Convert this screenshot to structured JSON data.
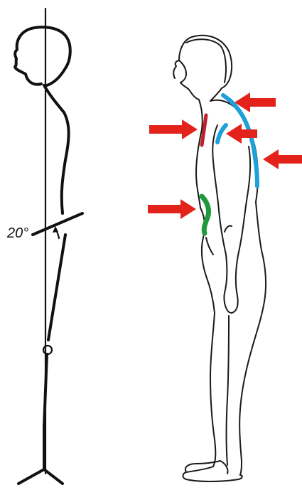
{
  "left_figure": {
    "angle_label": "20°"
  },
  "colors": {
    "arrow": "#e3231b",
    "cervical_highlight": "#c0202a",
    "back_highlight": "#1fa0d8",
    "lumbar_highlight": "#1e9a3c",
    "line": "#111111"
  },
  "arrows": [
    {
      "name": "arrow-upper-back",
      "direction": "left"
    },
    {
      "name": "arrow-neck-front",
      "direction": "right"
    },
    {
      "name": "arrow-shoulder",
      "direction": "left"
    },
    {
      "name": "arrow-mid-back",
      "direction": "left"
    },
    {
      "name": "arrow-abdomen",
      "direction": "right"
    }
  ],
  "highlights": [
    {
      "name": "neck-front-highlight",
      "color": "red"
    },
    {
      "name": "upper-back-highlight",
      "color": "blue"
    },
    {
      "name": "shoulder-highlight",
      "color": "blue"
    },
    {
      "name": "lumbar-highlight",
      "color": "green"
    }
  ]
}
